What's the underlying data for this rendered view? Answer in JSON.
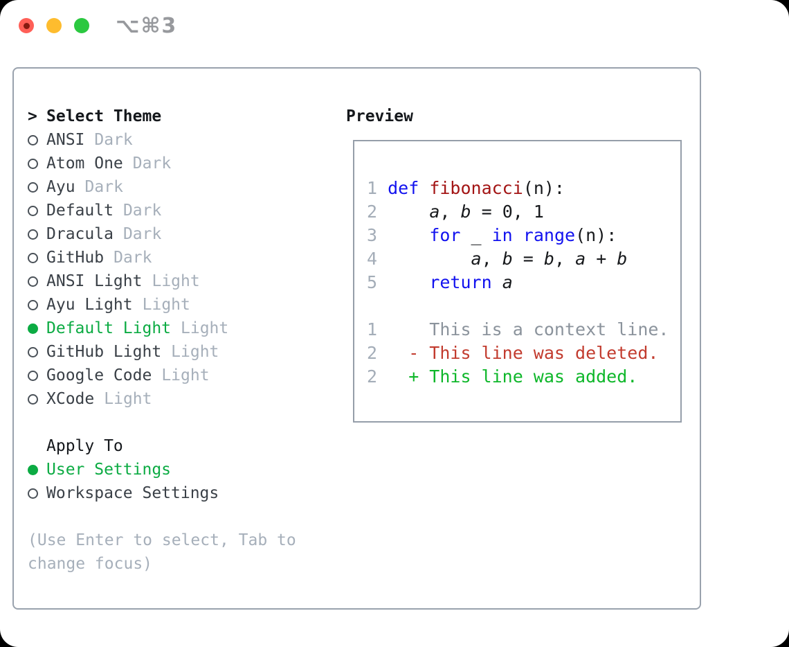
{
  "window": {
    "shortcut": "⌥⌘3"
  },
  "colors": {
    "accent_green": "#0cab43",
    "added_green": "#0eb72a",
    "deleted_red": "#c23b2e",
    "keyword_blue": "#1212ef",
    "function_red": "#a31515",
    "muted_gray": "#a6afba",
    "context_gray": "#8b939c",
    "text_dark": "#17191c",
    "border_gray": "#99a2ad",
    "traffic_red": "#ff5f57",
    "traffic_yellow": "#febc2e",
    "traffic_green": "#2bc840"
  },
  "theme_picker": {
    "prompt": ">",
    "title": "Select Theme",
    "items": [
      {
        "name": "ANSI",
        "tag": "Dark",
        "selected": false
      },
      {
        "name": "Atom One",
        "tag": "Dark",
        "selected": false
      },
      {
        "name": "Ayu",
        "tag": "Dark",
        "selected": false
      },
      {
        "name": "Default",
        "tag": "Dark",
        "selected": false
      },
      {
        "name": "Dracula",
        "tag": "Dark",
        "selected": false
      },
      {
        "name": "GitHub",
        "tag": "Dark",
        "selected": false
      },
      {
        "name": "ANSI Light",
        "tag": "Light",
        "selected": false
      },
      {
        "name": "Ayu Light",
        "tag": "Light",
        "selected": false
      },
      {
        "name": "Default Light",
        "tag": "Light",
        "selected": true
      },
      {
        "name": "GitHub Light",
        "tag": "Light",
        "selected": false
      },
      {
        "name": "Google Code",
        "tag": "Light",
        "selected": false
      },
      {
        "name": "XCode",
        "tag": "Light",
        "selected": false
      }
    ]
  },
  "apply_to": {
    "title": "Apply To",
    "options": [
      {
        "label": "User Settings",
        "selected": true
      },
      {
        "label": "Workspace Settings",
        "selected": false
      }
    ]
  },
  "help_text": "(Use Enter to select, Tab to change focus)",
  "preview": {
    "title": "Preview",
    "code": [
      {
        "num": "1",
        "segments": [
          {
            "t": "def"
          },
          {
            "t": " "
          },
          {
            "t": "fibonacci"
          },
          {
            "t": "(n):"
          }
        ]
      },
      {
        "num": "2",
        "segments": [
          {
            "t": "    "
          },
          {
            "t": "a"
          },
          {
            "t": ", "
          },
          {
            "t": "b"
          },
          {
            "t": " = 0, 1"
          }
        ]
      },
      {
        "num": "3",
        "segments": [
          {
            "t": "    "
          },
          {
            "t": "for"
          },
          {
            "t": " _ "
          },
          {
            "t": "in"
          },
          {
            "t": " "
          },
          {
            "t": "range"
          },
          {
            "t": "(n):"
          }
        ]
      },
      {
        "num": "4",
        "segments": [
          {
            "t": "        "
          },
          {
            "t": "a"
          },
          {
            "t": ", "
          },
          {
            "t": "b"
          },
          {
            "t": " = "
          },
          {
            "t": "b"
          },
          {
            "t": ", "
          },
          {
            "t": "a"
          },
          {
            "t": " + "
          },
          {
            "t": "b"
          }
        ]
      },
      {
        "num": "5",
        "segments": [
          {
            "t": "    "
          },
          {
            "t": "return"
          },
          {
            "t": " "
          },
          {
            "t": "a"
          }
        ]
      }
    ],
    "diff": [
      {
        "num": "1",
        "marker": " ",
        "text": "This is a context line."
      },
      {
        "num": "2",
        "marker": "-",
        "text": "This line was deleted."
      },
      {
        "num": "2",
        "marker": "+",
        "text": "This line was added."
      }
    ]
  }
}
